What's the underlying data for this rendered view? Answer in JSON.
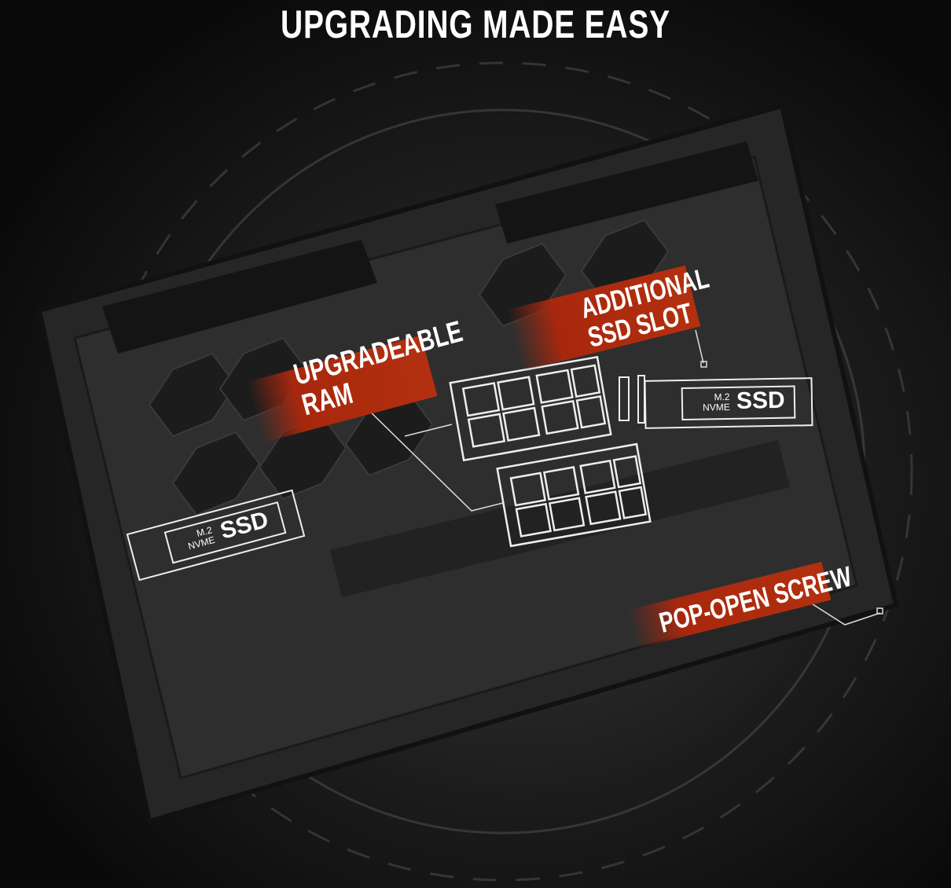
{
  "title": "UPGRADING MADE EASY",
  "callouts": {
    "ram": [
      "UPGRADEABLE",
      "RAM"
    ],
    "ssd_slot": [
      "ADDITIONAL",
      "SSD SLOT"
    ],
    "screw": "POP-OPEN SCREW"
  },
  "ssd_cards": [
    {
      "line1": "M.2",
      "line2": "NVME",
      "big": "SSD"
    },
    {
      "line1": "M.2",
      "line2": "NVME",
      "big": "SSD"
    }
  ],
  "colors": {
    "accent": "#b3300f",
    "background": "#060606",
    "chassis": "#2a2a2a"
  }
}
